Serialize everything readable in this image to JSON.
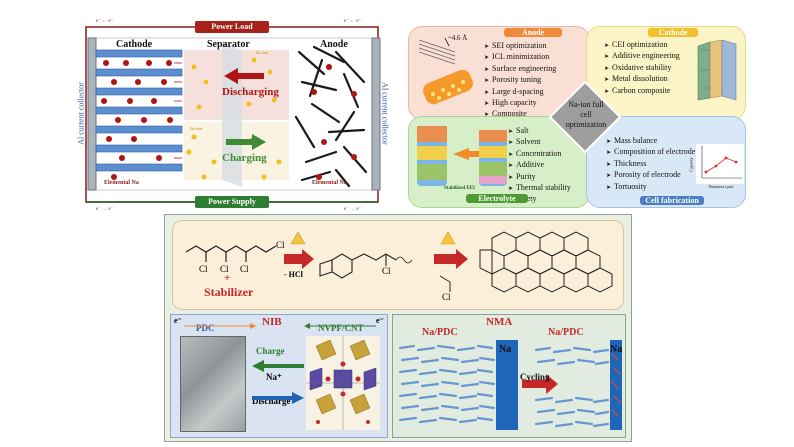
{
  "battery": {
    "power_load": "Power Load",
    "power_supply": "Power Supply",
    "cathode": "Cathode",
    "separator": "Separator",
    "anode": "Anode",
    "discharging": "Discharging",
    "charging": "Charging",
    "collector_left": "Al current collector",
    "collector_right": "Al current collector",
    "elemental_left": "Elemental Na",
    "elemental_right": "Elemental Na",
    "na_ions_1": "Na ions",
    "na_ions_2": "Na ions"
  },
  "anode_panel": {
    "title": "Anode",
    "spacing": "~4.6 Å",
    "items": [
      "SEI optimization",
      "ICL minimization",
      "Surface engineering",
      "Porosity tuning",
      "Large d-spacing",
      "High capacity",
      "Composite"
    ]
  },
  "cathode_panel": {
    "title": "Cathode",
    "items": [
      "CEI optimization",
      "Additive engineering",
      "Oxidative stability",
      "Metal dissolution",
      "Carbon composite"
    ]
  },
  "electrolyte_panel": {
    "title": "Electrolyte",
    "sei_label": "Stabilized EEI",
    "items": [
      "Salt",
      "Solvent",
      "Concentration",
      "Additive",
      "Purity",
      "Thermal stability",
      "Safety"
    ]
  },
  "fabrication_panel": {
    "title": "Cell fabrication",
    "items": [
      "Mass balance",
      "Composition of electrode",
      "Thickness",
      "Porosity of electrode",
      "Tortuosity"
    ],
    "y_axis": "Capacity",
    "x_axis": "Thickness (µm)"
  },
  "center_label": "Na-ion full cell optimization",
  "synthesis": {
    "stabilizer": "Stabilizer",
    "plus": "+",
    "hcl": "- HCl",
    "cl": "Cl"
  },
  "nib": {
    "title": "NIB",
    "pdc": "PDC",
    "nvpf": "NVPF/CNT",
    "charge": "Charge",
    "discharge": "Discharge",
    "na_plus": "Na⁺",
    "e_left": "e⁻",
    "e_right": "e⁻"
  },
  "nma": {
    "title": "NMA",
    "left_label": "Na/PDC",
    "right_label": "Na/PDC",
    "na_left": "Na",
    "na_right": "Na",
    "cycling": "Cycling"
  }
}
